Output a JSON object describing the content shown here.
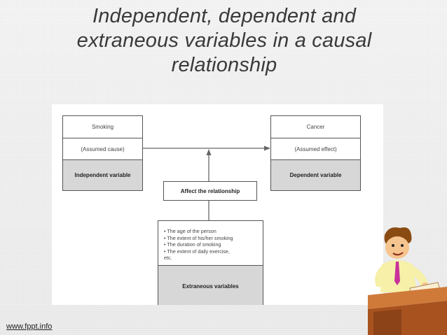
{
  "title": {
    "line1": "Independent, dependent and",
    "line2": "extraneous variables in a causal",
    "line3": "relationship"
  },
  "diagram": {
    "independent": {
      "example": "Smoking",
      "note": "(Assumed cause)",
      "label": "Independent variable"
    },
    "dependent": {
      "example": "Cancer",
      "note": "(Assumed effect)",
      "label": "Dependent variable"
    },
    "affect_label": "Affect the relationship",
    "extraneous": {
      "items": [
        "• The age of the person",
        "• The extent of his/her smoking",
        "• The duration of smoking",
        "• The extent of daily exercise,",
        "   etc."
      ],
      "label": "Extraneous variables"
    }
  },
  "footer": {
    "link_text": "www.fppt.info"
  },
  "colors": {
    "title_text": "#3a3a3a",
    "header_fill": "#d7d7d7",
    "border": "#555555"
  }
}
